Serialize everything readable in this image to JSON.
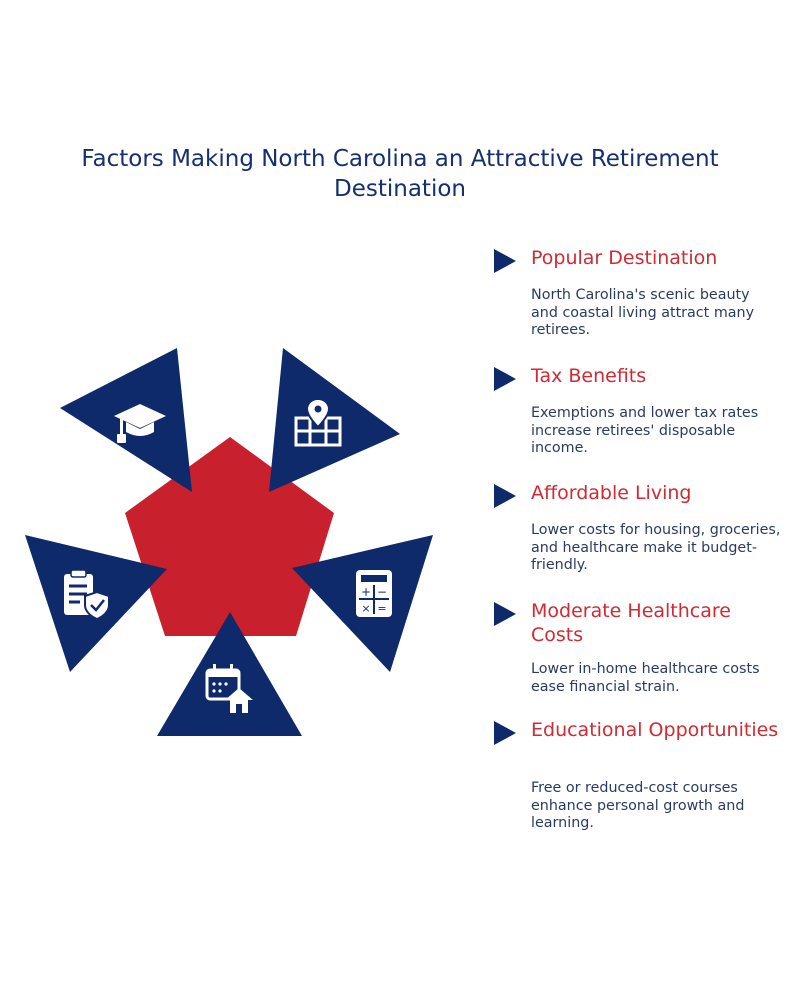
{
  "title": "Factors Making North Carolina an Attractive Retirement Destination",
  "colors": {
    "navy": "#0f2a6b",
    "red": "#c8202d",
    "heading_red": "#d12a33",
    "text": "#2a3b63"
  },
  "diagram": {
    "segments": [
      {
        "icon": "graduation-cap-icon"
      },
      {
        "icon": "map-location-icon"
      },
      {
        "icon": "calculator-icon"
      },
      {
        "icon": "calendar-home-icon"
      },
      {
        "icon": "clipboard-check-icon"
      }
    ]
  },
  "factors": [
    {
      "heading": "Popular Destination",
      "description": "North Carolina's scenic beauty and coastal living attract many retirees."
    },
    {
      "heading": "Tax Benefits",
      "description": "Exemptions and lower tax rates increase retirees' disposable income."
    },
    {
      "heading": "Affordable Living",
      "description": "Lower costs for housing, groceries, and healthcare make it budget-friendly."
    },
    {
      "heading": "Moderate Healthcare Costs",
      "description": "Lower in-home healthcare costs ease financial strain."
    },
    {
      "heading": "Educational Opportunities",
      "description": "Free or reduced-cost courses enhance personal growth and learning."
    }
  ]
}
